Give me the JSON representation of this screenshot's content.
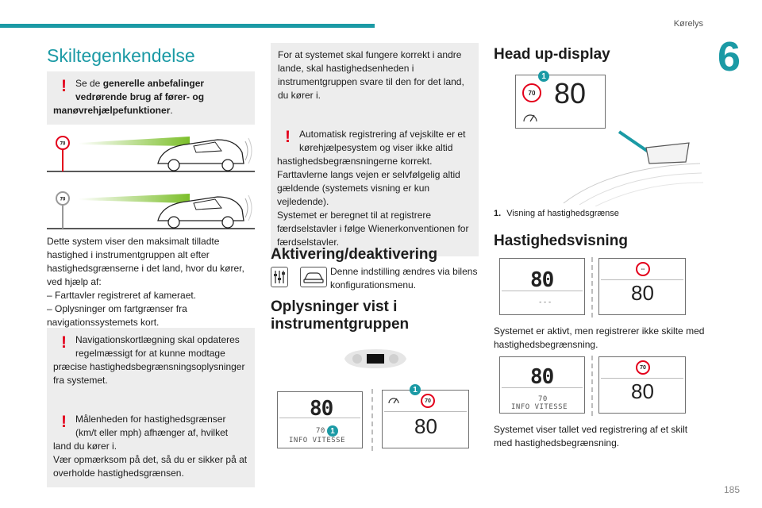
{
  "header": {
    "section": "Kørelys",
    "chapter": "6",
    "page": "185"
  },
  "col1": {
    "title": "Skiltegenkendelse",
    "warning1": {
      "pre": "Se de ",
      "bold1": "generelle anbefalinger vedrørende brug af fører- og manøvrehjælpefunktioner",
      "post": "."
    },
    "sign_value": "70",
    "body": "Dette system viser den maksimalt tilladte hastighed i instrumentgruppen alt efter hastighedsgrænserne i det land, hvor du kører, ved hjælp af:\n– Farttavler registreret af kameraet.\n– Oplysninger om fartgrænser fra navigationssystemets kort.",
    "warning2": "Navigationskortlægning skal opdateres regelmæssigt for at kunne modtage præcise hastighedsbegrænsningsoplysninger fra systemet.",
    "warning3": "Målenheden for hastighedsgrænser (km/t eller mph) afhænger af, hvilket land du kører i.\nVær opmærksom på det, så du er sikker på at overholde hastighedsgrænsen."
  },
  "col2": {
    "note1": "For at systemet skal fungere korrekt i andre lande, skal hastighedsenheden i instrumentgruppen svare til den for det land, du kører i.",
    "warning4": "Automatisk registrering af vejskilte er et kørehjælpesystem og viser ikke altid hastighedsbegrænsningerne korrekt.\nFarttavlerne langs vejen er selvfølgelig altid gældende (systemets visning er kun vejledende).\nSystemet er beregnet til at registrere færdselstavler i følge Wienerkonventionen for færdselstavler.",
    "section1": "Aktivering/deaktivering",
    "section1_text": "Denne indstilling ændres via bilens konfigurationsmenu.",
    "section2": "Oplysninger vist i instrumentgruppen",
    "screen_left": {
      "speed": "80",
      "limit": "70",
      "info": "INFO VITESSE",
      "badge": "1"
    },
    "screen_right": {
      "speed": "80",
      "sign": "70",
      "badge": "1"
    }
  },
  "col3": {
    "title1": "Head up-display",
    "hud": {
      "speed": "80",
      "sign": "70",
      "badge": "1"
    },
    "legend_num": "1.",
    "legend_text": "Visning af hastighedsgrænse",
    "title2": "Hastighedsvisning",
    "pair1": {
      "left_speed": "80",
      "left_dashes": "---",
      "right_sign": "--",
      "right_speed": "80"
    },
    "caption1": "Systemet er aktivt, men registrerer ikke skilte med hastighedsbegrænsning.",
    "pair2": {
      "left_speed": "80",
      "left_limit": "70",
      "left_info": "INFO VITESSE",
      "right_sign": "70",
      "right_speed": "80"
    },
    "caption2": "Systemet viser tallet ved registrering af et skilt med hastighedsbegrænsning."
  },
  "colors": {
    "accent": "#1b9aa5",
    "warning": "#e3001b",
    "note_bg": "#ededed"
  }
}
